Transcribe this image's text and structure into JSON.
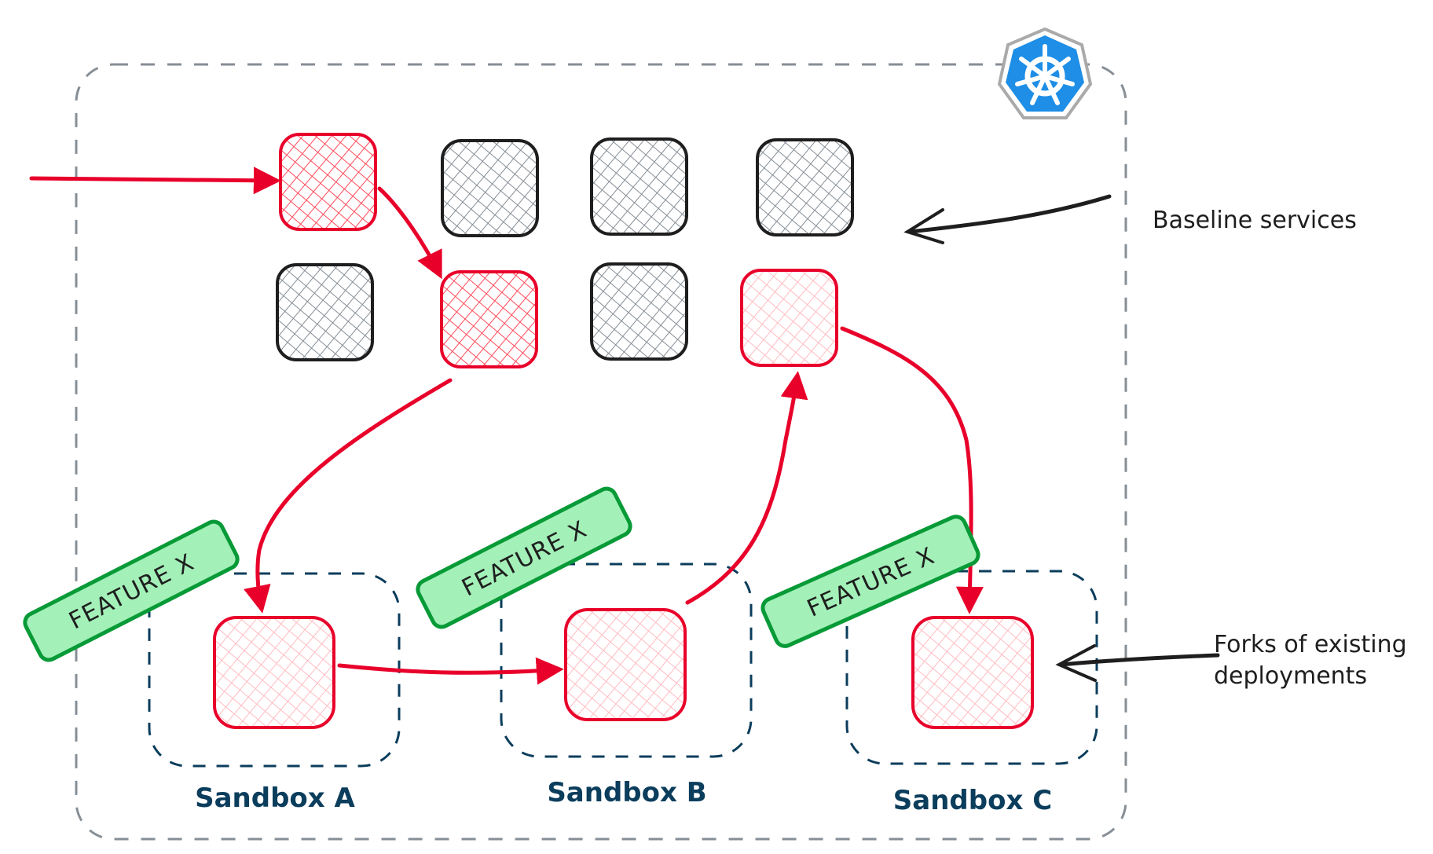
{
  "diagram": {
    "platform_icon": "kubernetes-helm-wheel-icon",
    "colors": {
      "cluster_border": "#868e96",
      "sandbox_border": "#0b3d5c",
      "active_service": "#e8002a",
      "active_service_hatch": "#ff5a6a",
      "forked_service_hatch": "#ffb8be",
      "baseline_service_border": "#1e1e1e",
      "baseline_service_hatch": "#868e96",
      "tag_fill": "#a3f0b8",
      "tag_border": "#079a37",
      "kubernetes_blue": "#1e8ee6",
      "annotation_text": "#1e1e1e",
      "sandbox_text": "#0b3d5c"
    },
    "annotations": {
      "baseline": "Baseline services",
      "forks_line1": "Forks of existing",
      "forks_line2": "deployments"
    },
    "baseline_services": [
      {
        "id": "svc-r1c1",
        "state": "active-route"
      },
      {
        "id": "svc-r1c2",
        "state": "baseline"
      },
      {
        "id": "svc-r1c3",
        "state": "baseline"
      },
      {
        "id": "svc-r1c4",
        "state": "baseline"
      },
      {
        "id": "svc-r2c1",
        "state": "baseline"
      },
      {
        "id": "svc-r2c2",
        "state": "active-route"
      },
      {
        "id": "svc-r2c3",
        "state": "baseline"
      },
      {
        "id": "svc-r2c4",
        "state": "routed-faded"
      }
    ],
    "sandboxes": [
      {
        "label": "Sandbox A",
        "tag": "FEATURE X"
      },
      {
        "label": "Sandbox B",
        "tag": "FEATURE X"
      },
      {
        "label": "Sandbox C",
        "tag": "FEATURE X"
      }
    ],
    "request_flow": [
      "external → svc-r1c1",
      "svc-r1c1 → svc-r2c2",
      "svc-r2c2 → Sandbox A fork",
      "Sandbox A fork → Sandbox B fork",
      "Sandbox B fork → svc-r2c4",
      "svc-r2c4 → Sandbox C fork"
    ]
  }
}
